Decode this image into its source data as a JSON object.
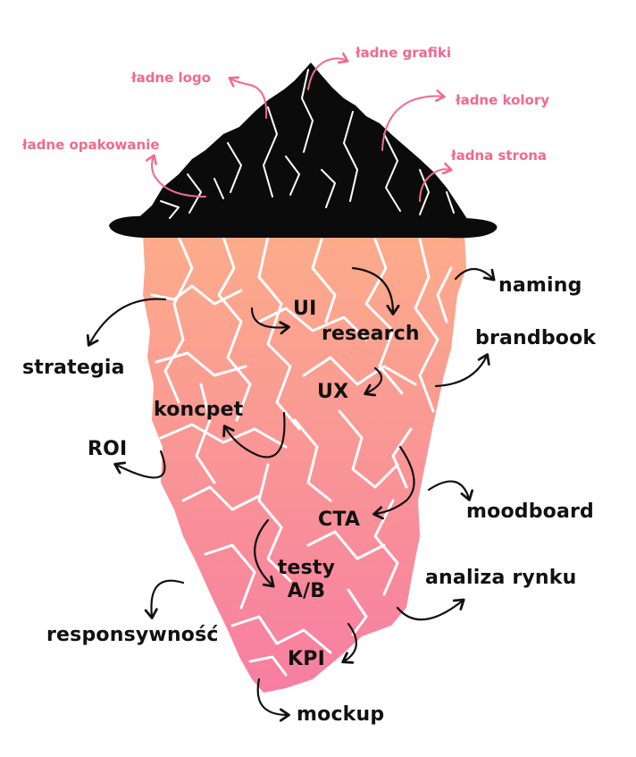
{
  "colors": {
    "top_label": "#f06a8c",
    "bottom_label": "#111111",
    "iceberg_top": "#fca98a",
    "iceberg_bottom": "#f77fa0",
    "tip": "#0b0b0b",
    "crack": "#ffffff"
  },
  "top_labels": {
    "logo": "ładne logo",
    "grafiki": "ładne grafiki",
    "kolory": "ładne kolory",
    "opakowanie": "ładne opakowanie",
    "strona": "ładna strona"
  },
  "bottom_labels": {
    "naming": "naming",
    "ui": "UI",
    "research": "research",
    "brandbook": "brandbook",
    "strategia": "strategia",
    "ux": "UX",
    "koncpet": "koncpet",
    "roi": "ROI",
    "cta": "CTA",
    "moodboard": "moodboard",
    "testy": "testy",
    "ab": "A/B",
    "analiza": "analiza rynku",
    "responsywnosc": "responsywność",
    "kpi": "KPI",
    "mockup": "mockup"
  }
}
